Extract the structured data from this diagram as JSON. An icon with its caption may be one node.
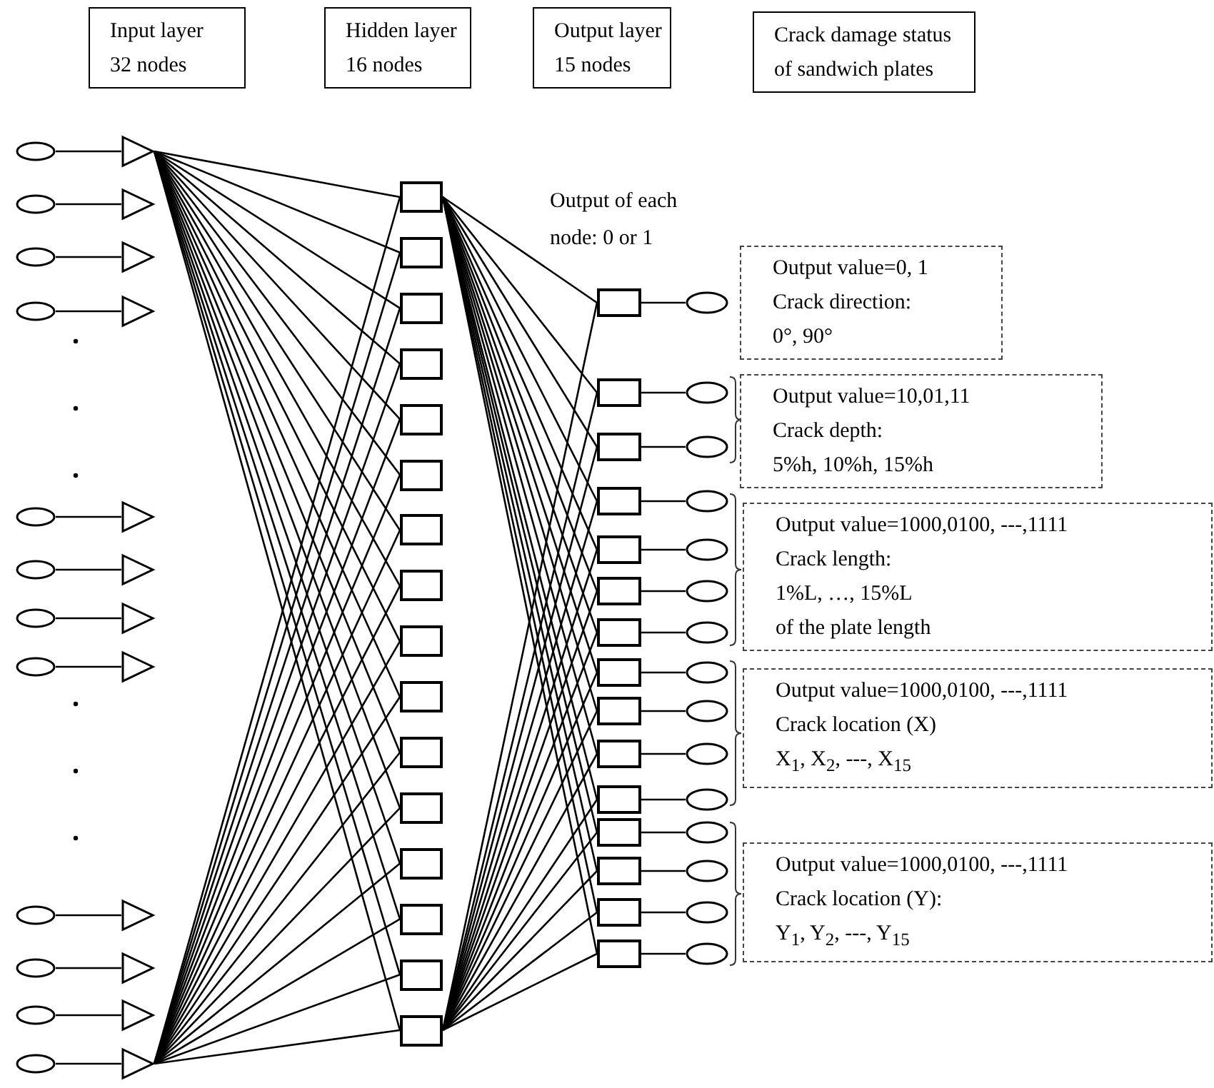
{
  "diagram": {
    "nodes": [
      {
        "text": [
          "Input layer",
          "32 nodes"
        ]
      },
      {
        "text": [
          "Hidden layer",
          "16 nodes"
        ]
      },
      {
        "text": [
          "Output layer",
          "15 nodes"
        ]
      },
      {
        "text": [
          "Crack damage status",
          "of sandwich plates"
        ]
      },
      {
        "text": [
          "Output value=0, 1",
          "Crack direction:",
          "0°, 90°"
        ]
      },
      {
        "text": [
          "Output value=10,01,11",
          "Crack depth:",
          "5%h, 10%h, 15%h"
        ]
      },
      {
        "text": [
          "Output value=1000,0100, ---,1111",
          "Crack length:",
          "1%L, …, 15%L",
          "of the plate length"
        ]
      },
      {
        "text": [
          "Output value=1000,0100, ---,1111",
          "Crack location (X)",
          "X$_{1}$, X$_{2}$, ---, X$_{15}$"
        ]
      },
      {
        "text": [
          "Output value=1000,0100, ---,1111",
          "Crack location (Y):",
          "Y$_{1}$, Y$_{2}$, ---, Y$_{15}$"
        ]
      },
      {
        "text": [],
        "shape": "ellipse"
      },
      {
        "text": [],
        "shape": "ellipse"
      },
      {
        "text": [],
        "shape": "ellipse"
      },
      {
        "text": [],
        "shape": "ellipse"
      },
      {
        "text": [],
        "shape": "ellipse"
      },
      {
        "text": [],
        "shape": "ellipse"
      },
      {
        "text": [],
        "shape": "ellipse"
      },
      {
        "text": [],
        "shape": "ellipse"
      },
      {
        "text": [],
        "shape": "ellipse"
      },
      {
        "text": [],
        "shape": "ellipse"
      },
      {
        "text": [],
        "shape": "ellipse"
      },
      {
        "text": [],
        "shape": "ellipse"
      },
      {
        "text": [],
        "shape": "triangle"
      },
      {
        "text": [],
        "shape": "triangle"
      },
      {
        "text": [],
        "shape": "triangle"
      },
      {
        "text": [],
        "shape": "triangle"
      },
      {
        "text": [],
        "shape": "triangle"
      },
      {
        "text": [],
        "shape": "triangle"
      },
      {
        "text": [],
        "shape": "triangle"
      },
      {
        "text": [],
        "shape": "triangle"
      },
      {
        "text": [],
        "shape": "triangle"
      },
      {
        "text": [],
        "shape": "triangle"
      },
      {
        "text": [],
        "shape": "triangle"
      },
      {
        "text": [],
        "shape": "triangle"
      },
      {
        "text": [],
        "shape": "box"
      },
      {
        "text": [],
        "shape": "box"
      },
      {
        "text": [],
        "shape": "box"
      },
      {
        "text": [],
        "shape": "box"
      },
      {
        "text": [],
        "shape": "box"
      },
      {
        "text": [],
        "shape": "box"
      },
      {
        "text": [],
        "shape": "box"
      },
      {
        "text": [],
        "shape": "box"
      },
      {
        "text": [],
        "shape": "box"
      },
      {
        "text": [],
        "shape": "box"
      },
      {
        "text": [],
        "shape": "box"
      },
      {
        "text": [],
        "shape": "box"
      },
      {
        "text": [],
        "shape": "box"
      },
      {
        "text": [],
        "shape": "box"
      },
      {
        "text": [],
        "shape": "box"
      },
      {
        "text": [],
        "shape": "box"
      },
      {
        "text": [],
        "shape": "box"
      },
      {
        "text": [],
        "shape": "box"
      },
      {
        "text": [],
        "shape": "box"
      },
      {
        "text": [],
        "shape": "box"
      },
      {
        "text": [],
        "shape": "box"
      },
      {
        "text": [],
        "shape": "box"
      },
      {
        "text": [],
        "shape": "box"
      },
      {
        "text": [],
        "shape": "box"
      },
      {
        "text": [],
        "shape": "box"
      },
      {
        "text": [],
        "shape": "box"
      },
      {
        "text": [],
        "shape": "box"
      },
      {
        "text": [],
        "shape": "box"
      },
      {
        "text": [],
        "shape": "box"
      },
      {
        "text": [],
        "shape": "box"
      },
      {
        "text": [],
        "shape": "box"
      },
      {
        "text": [],
        "shape": "ellipse"
      },
      {
        "text": [],
        "shape": "ellipse"
      },
      {
        "text": [],
        "shape": "ellipse"
      },
      {
        "text": [],
        "shape": "ellipse"
      },
      {
        "text": [],
        "shape": "ellipse"
      },
      {
        "text": [],
        "shape": "ellipse"
      },
      {
        "text": [],
        "shape": "ellipse"
      },
      {
        "text": [],
        "shape": "ellipse"
      },
      {
        "text": [],
        "shape": "ellipse"
      },
      {
        "text": [],
        "shape": "ellipse"
      },
      {
        "text": [],
        "shape": "ellipse"
      },
      {
        "text": [],
        "shape": "ellipse"
      },
      {
        "text": [],
        "shape": "ellipse"
      },
      {
        "text": [],
        "shape": "ellipse"
      },
      {
        "text": [],
        "shape": "ellipse"
      }
    ],
    "edges": [
      {
        "from": 9,
        "to": 21,
        "arrow": "none"
      },
      {
        "from": 10,
        "to": 22,
        "arrow": "none"
      },
      {
        "from": 11,
        "to": 23,
        "arrow": "none"
      },
      {
        "from": 12,
        "to": 24,
        "arrow": "none"
      },
      {
        "from": 13,
        "to": 25,
        "arrow": "none"
      },
      {
        "from": 14,
        "to": 26,
        "arrow": "none"
      },
      {
        "from": 15,
        "to": 27,
        "arrow": "none"
      },
      {
        "from": 16,
        "to": 28,
        "arrow": "none"
      },
      {
        "from": 17,
        "to": 29,
        "arrow": "none"
      },
      {
        "from": 18,
        "to": 30,
        "arrow": "none"
      },
      {
        "from": 19,
        "to": 31,
        "arrow": "none"
      },
      {
        "from": 20,
        "to": 32,
        "arrow": "none"
      },
      {
        "from": 21,
        "to": 33,
        "arrow": "none"
      },
      {
        "from": 21,
        "to": 34,
        "arrow": "none"
      },
      {
        "from": 21,
        "to": 35,
        "arrow": "none"
      },
      {
        "from": 21,
        "to": 36,
        "arrow": "none"
      },
      {
        "from": 21,
        "to": 37,
        "arrow": "none"
      },
      {
        "from": 21,
        "to": 38,
        "arrow": "none"
      },
      {
        "from": 21,
        "to": 39,
        "arrow": "none"
      },
      {
        "from": 21,
        "to": 40,
        "arrow": "none"
      },
      {
        "from": 21,
        "to": 41,
        "arrow": "none"
      },
      {
        "from": 21,
        "to": 42,
        "arrow": "none"
      },
      {
        "from": 21,
        "to": 43,
        "arrow": "none"
      },
      {
        "from": 21,
        "to": 44,
        "arrow": "none"
      },
      {
        "from": 21,
        "to": 45,
        "arrow": "none"
      },
      {
        "from": 21,
        "to": 46,
        "arrow": "none"
      },
      {
        "from": 21,
        "to": 47,
        "arrow": "none"
      },
      {
        "from": 21,
        "to": 48,
        "arrow": "none"
      },
      {
        "from": 32,
        "to": 33,
        "arrow": "none"
      },
      {
        "from": 32,
        "to": 34,
        "arrow": "none"
      },
      {
        "from": 32,
        "to": 35,
        "arrow": "none"
      },
      {
        "from": 32,
        "to": 36,
        "arrow": "none"
      },
      {
        "from": 32,
        "to": 37,
        "arrow": "none"
      },
      {
        "from": 32,
        "to": 38,
        "arrow": "none"
      },
      {
        "from": 32,
        "to": 39,
        "arrow": "none"
      },
      {
        "from": 32,
        "to": 40,
        "arrow": "none"
      },
      {
        "from": 32,
        "to": 41,
        "arrow": "none"
      },
      {
        "from": 32,
        "to": 42,
        "arrow": "none"
      },
      {
        "from": 32,
        "to": 43,
        "arrow": "none"
      },
      {
        "from": 32,
        "to": 44,
        "arrow": "none"
      },
      {
        "from": 32,
        "to": 45,
        "arrow": "none"
      },
      {
        "from": 32,
        "to": 46,
        "arrow": "none"
      },
      {
        "from": 32,
        "to": 47,
        "arrow": "none"
      },
      {
        "from": 32,
        "to": 48,
        "arrow": "none"
      },
      {
        "from": 33,
        "to": 49,
        "arrow": "none"
      },
      {
        "from": 33,
        "to": 50,
        "arrow": "none"
      },
      {
        "from": 33,
        "to": 51,
        "arrow": "none"
      },
      {
        "from": 33,
        "to": 52,
        "arrow": "none"
      },
      {
        "from": 33,
        "to": 53,
        "arrow": "none"
      },
      {
        "from": 33,
        "to": 54,
        "arrow": "none"
      },
      {
        "from": 33,
        "to": 55,
        "arrow": "none"
      },
      {
        "from": 33,
        "to": 56,
        "arrow": "none"
      },
      {
        "from": 33,
        "to": 57,
        "arrow": "none"
      },
      {
        "from": 33,
        "to": 58,
        "arrow": "none"
      },
      {
        "from": 33,
        "to": 59,
        "arrow": "none"
      },
      {
        "from": 33,
        "to": 60,
        "arrow": "none"
      },
      {
        "from": 33,
        "to": 61,
        "arrow": "none"
      },
      {
        "from": 33,
        "to": 62,
        "arrow": "none"
      },
      {
        "from": 33,
        "to": 63,
        "arrow": "none"
      },
      {
        "from": 48,
        "to": 49,
        "arrow": "none"
      },
      {
        "from": 48,
        "to": 50,
        "arrow": "none"
      },
      {
        "from": 48,
        "to": 51,
        "arrow": "none"
      },
      {
        "from": 48,
        "to": 52,
        "arrow": "none"
      },
      {
        "from": 48,
        "to": 53,
        "arrow": "none"
      },
      {
        "from": 48,
        "to": 54,
        "arrow": "none"
      },
      {
        "from": 48,
        "to": 55,
        "arrow": "none"
      },
      {
        "from": 48,
        "to": 56,
        "arrow": "none"
      },
      {
        "from": 48,
        "to": 57,
        "arrow": "none"
      },
      {
        "from": 48,
        "to": 58,
        "arrow": "none"
      },
      {
        "from": 48,
        "to": 59,
        "arrow": "none"
      },
      {
        "from": 48,
        "to": 60,
        "arrow": "none"
      },
      {
        "from": 48,
        "to": 61,
        "arrow": "none"
      },
      {
        "from": 48,
        "to": 62,
        "arrow": "none"
      },
      {
        "from": 48,
        "to": 63,
        "arrow": "none"
      },
      {
        "from": 49,
        "to": 64,
        "arrow": "none"
      },
      {
        "from": 50,
        "to": 65,
        "arrow": "none"
      },
      {
        "from": 51,
        "to": 66,
        "arrow": "none"
      },
      {
        "from": 52,
        "to": 67,
        "arrow": "none"
      },
      {
        "from": 53,
        "to": 68,
        "arrow": "none"
      },
      {
        "from": 54,
        "to": 69,
        "arrow": "none"
      },
      {
        "from": 55,
        "to": 70,
        "arrow": "none"
      },
      {
        "from": 56,
        "to": 71,
        "arrow": "none"
      },
      {
        "from": 57,
        "to": 72,
        "arrow": "none"
      },
      {
        "from": 58,
        "to": 73,
        "arrow": "none"
      },
      {
        "from": 59,
        "to": 74,
        "arrow": "none"
      },
      {
        "from": 60,
        "to": 75,
        "arrow": "none"
      },
      {
        "from": 61,
        "to": 76,
        "arrow": "none"
      },
      {
        "from": 62,
        "to": 77,
        "arrow": "none"
      },
      {
        "from": 63,
        "to": 78,
        "arrow": "none"
      }
    ],
    "labels": [
      "Output of each node: 0 or 1"
    ]
  }
}
